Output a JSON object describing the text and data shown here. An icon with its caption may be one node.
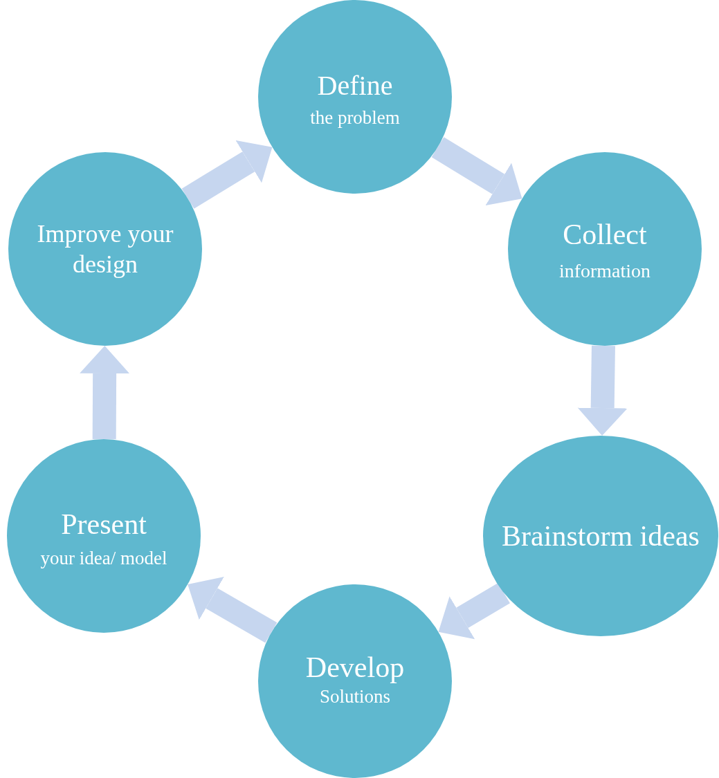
{
  "diagram": {
    "nodes": [
      {
        "text": [
          "Define",
          "the problem"
        ]
      },
      {
        "text": [
          "Collect",
          "information"
        ]
      },
      {
        "text": [
          "Brainstorm ideas"
        ]
      },
      {
        "text": [
          "Develop",
          "Solutions"
        ]
      },
      {
        "text": [
          "Present",
          "your idea/ model"
        ]
      },
      {
        "text": [
          "Improve your design"
        ]
      }
    ],
    "edges": [
      {
        "from": 0,
        "to": 1,
        "arrow": "to"
      },
      {
        "from": 1,
        "to": 2,
        "arrow": "to"
      },
      {
        "from": 2,
        "to": 3,
        "arrow": "to"
      },
      {
        "from": 3,
        "to": 4,
        "arrow": "to"
      },
      {
        "from": 4,
        "to": 5,
        "arrow": "to"
      },
      {
        "from": 5,
        "to": 0,
        "arrow": "to"
      }
    ]
  }
}
